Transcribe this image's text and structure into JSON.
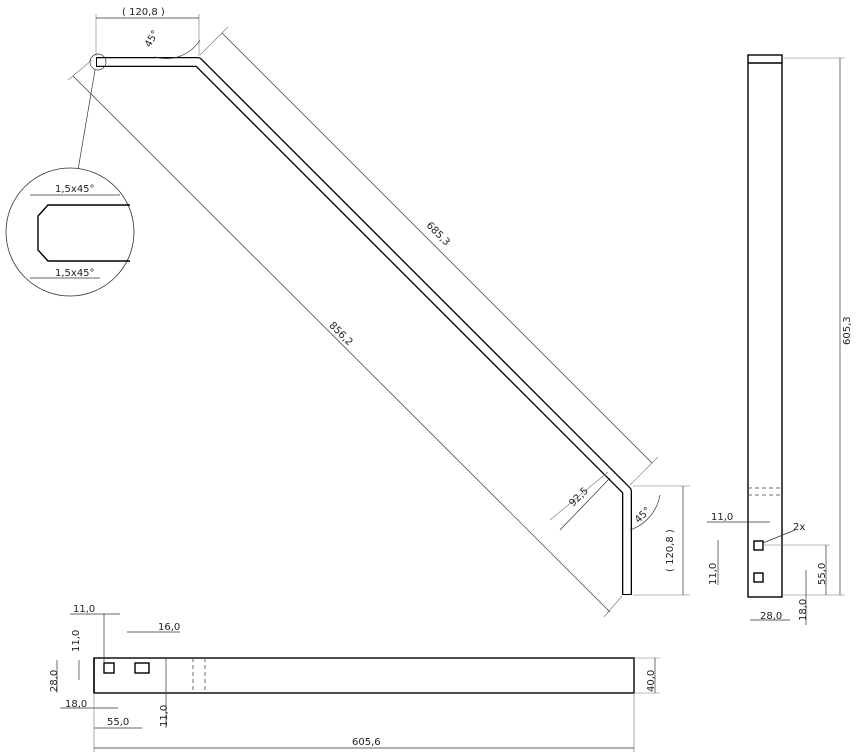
{
  "drawing": {
    "front_view": {
      "dims": {
        "top_length": "( 120,8 )",
        "top_angle": "45°",
        "diagonal_length": "685,3",
        "overall_diagonal": "856,2",
        "offset": "92,5",
        "bottom_angle": "45°",
        "bottom_length": "( 120,8 )"
      }
    },
    "detail": {
      "chamfer_top": "1,5x45°",
      "chamfer_bottom": "1,5x45°"
    },
    "side_view": {
      "dims": {
        "height": "605,3",
        "hole_width": "11,0",
        "hole_height": "11,0",
        "hole_count": "2x",
        "hole_spacing": "55,0",
        "bottom_offset": "18,0",
        "width": "28,0"
      }
    },
    "bottom_view": {
      "dims": {
        "hole_width": "11,0",
        "hole_height_left": "11,0",
        "slot_width": "16,0",
        "width": "28,0",
        "edge_offset": "18,0",
        "hole_spacing": "55,0",
        "hole_height_right": "11,0",
        "thickness": "40,0",
        "length": "605,6"
      }
    }
  }
}
